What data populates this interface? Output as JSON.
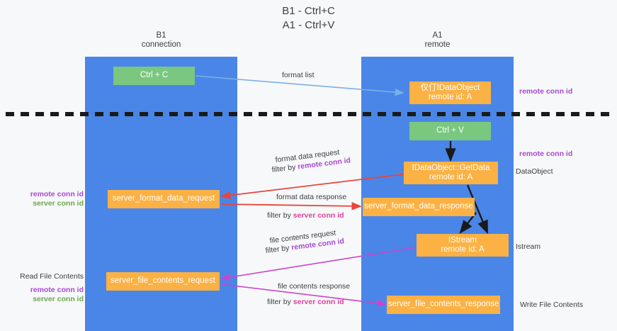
{
  "title": {
    "line1": "B1 - Ctrl+C",
    "line2": "A1 - Ctrl+V"
  },
  "lanes": [
    {
      "id": "b1",
      "name": "B1",
      "sub": "connection",
      "color": "#4a86e8"
    },
    {
      "id": "a1",
      "name": "A1",
      "sub": "remote",
      "color": "#4a86e8"
    }
  ],
  "nodes": {
    "ctrl_c": {
      "line1": "Ctrl + C",
      "line2": "",
      "color": "#7ac77f"
    },
    "idataobject": {
      "line1": "仅仃IDataObject",
      "line2": "remote id: A",
      "color": "#fbb144"
    },
    "ctrl_v": {
      "line1": "Ctrl + V",
      "line2": "",
      "color": "#7ac77f"
    },
    "getdata": {
      "line1": "IDataObject::GetData",
      "line2": "remote id: A",
      "color": "#fbb144"
    },
    "server_format_data_request": {
      "line1": "server_format_data_request",
      "line2": "",
      "color": "#fbb144"
    },
    "server_format_data_response": {
      "line1": "server_format_data_response",
      "line2": "",
      "color": "#fbb144"
    },
    "istream": {
      "line1": "IStream",
      "line2": "remote id: A",
      "color": "#fbb144"
    },
    "server_file_contents_request": {
      "line1": "server_file_contents_request",
      "line2": "",
      "color": "#fbb144"
    },
    "server_file_contents_response": {
      "line1": "server_file_contents_response",
      "line2": "",
      "color": "#fbb144"
    }
  },
  "edge_labels": {
    "format_list": "format list",
    "format_data_request": "format data request",
    "format_data_request_filter_prefix": "filter by ",
    "format_data_request_filter_key": "remote conn id",
    "format_data_response": "format data response",
    "format_data_response_filter_prefix": "filter by ",
    "format_data_response_filter_key": "server conn id",
    "file_contents_request": "file contents request",
    "file_contents_request_filter_prefix": "filter by ",
    "file_contents_request_filter_key": "remote conn id",
    "file_contents_response": "file contents response",
    "file_contents_response_filter_prefix": "filter by ",
    "file_contents_response_filter_key": "server conn id"
  },
  "annotations": {
    "right_remote_conn_id_top": "remote conn id",
    "right_remote_conn_id_mid": "remote conn id",
    "right_dataobject": "DataObject",
    "right_istream": "Istream",
    "right_write_file_contents": "Write File Contents",
    "left_remote_conn_id_mid": "remote conn id",
    "left_server_conn_id_mid": "server conn id",
    "left_read_file_contents": "Read File Contents",
    "left_remote_conn_id_bot": "remote conn id",
    "left_server_conn_id_bot": "server conn id"
  },
  "colors": {
    "lane": "#4a86e8",
    "green_node": "#7ac77f",
    "orange_node": "#fbb144",
    "purple": "#a64ad0",
    "green_text": "#6aa84f",
    "pink": "#e040a0",
    "red_arrow": "#e8453c",
    "blue_arrow": "#7bb0e8",
    "magenta_arrow": "#cc44cc",
    "black_arrow": "#1a1a1a",
    "divider": "#1a1a1a",
    "background": "#f7f8f9"
  }
}
